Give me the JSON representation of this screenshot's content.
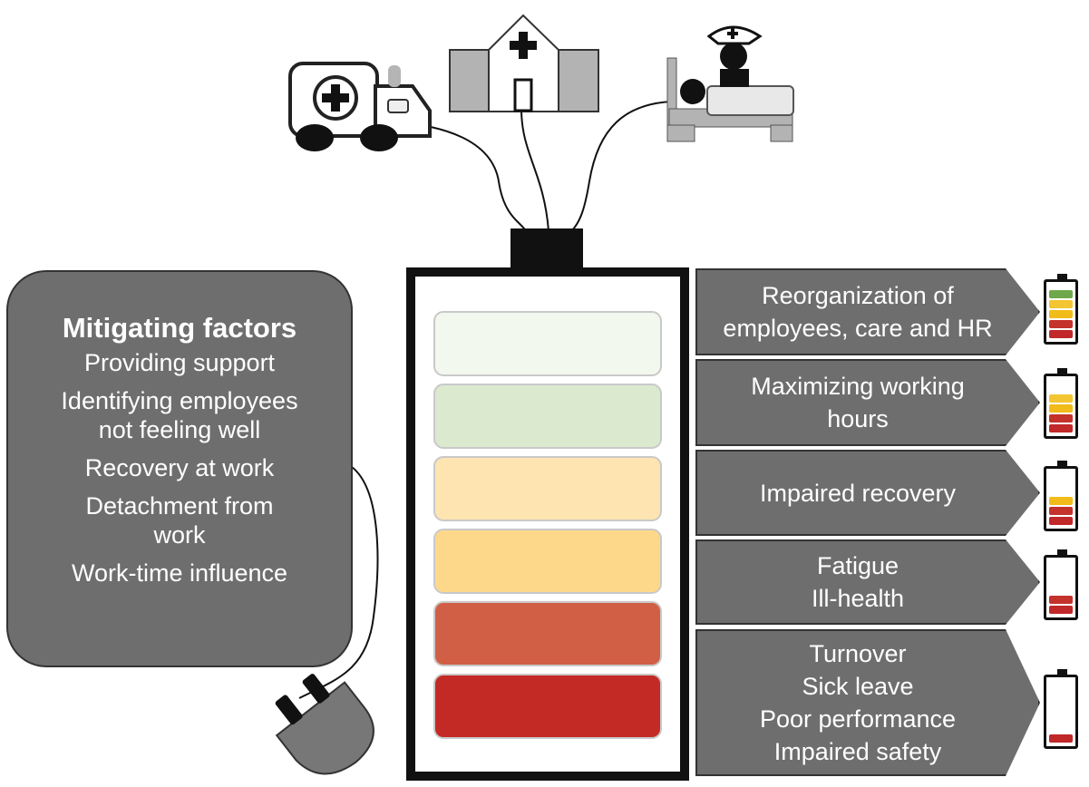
{
  "mitigating": {
    "title": "Mitigating factors",
    "items": [
      [
        "Providing  support"
      ],
      [
        "Identifying employees",
        "not feeling well"
      ],
      [
        "Recovery at work"
      ],
      [
        "Detachment from",
        "work"
      ],
      [
        "Work-time influence"
      ]
    ]
  },
  "stages": [
    {
      "lines": [
        "Reorganization of",
        "employees, care and HR"
      ],
      "charge_levels": 5
    },
    {
      "lines": [
        "Maximizing working",
        "hours"
      ],
      "charge_levels": 4
    },
    {
      "lines": [
        "Impaired recovery"
      ],
      "charge_levels": 3
    },
    {
      "lines": [
        "Fatigue",
        "Ill-health"
      ],
      "charge_levels": 2
    },
    {
      "lines": [
        "Turnover",
        "Sick leave",
        "Poor performance",
        "Impaired  safety"
      ],
      "charge_levels": 1
    }
  ],
  "colors": {
    "box_gray": "#6e6e6e",
    "level_colors": [
      "#c0282a",
      "#c4322c",
      "#f1bb1a",
      "#f3c532",
      "#6fa84a"
    ],
    "big_battery_cells": [
      "#f3f8ee",
      "#dbe9cf",
      "#fde4b0",
      "#fed88a",
      "#d05f45",
      "#c42a25"
    ]
  },
  "icons": [
    "ambulance-icon",
    "hospital-icon",
    "nurse-bed-icon",
    "plug-icon"
  ]
}
